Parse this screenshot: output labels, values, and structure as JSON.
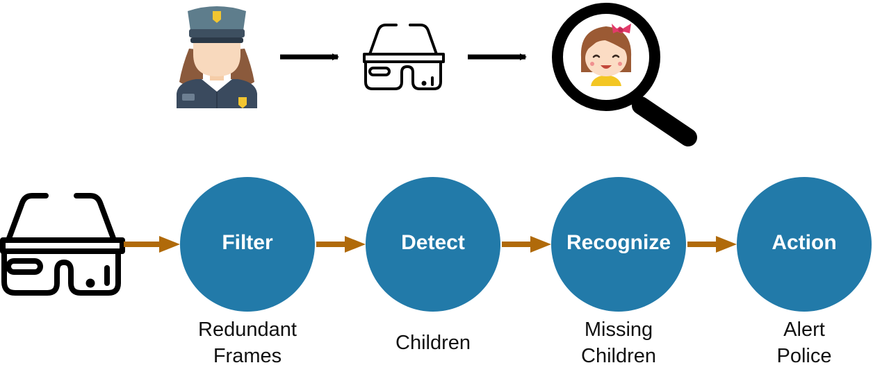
{
  "colors": {
    "circle_fill": "#227aa9",
    "pipeline_arrow": "#b06a0a",
    "top_arrow": "#000000",
    "icon_stroke": "#000000"
  },
  "top_row": {
    "icons": [
      "police-officer-icon",
      "smart-glasses-icon",
      "magnifier-child-face-icon"
    ]
  },
  "pipeline": {
    "source_icon": "smart-glasses-icon",
    "steps": [
      {
        "label": "Filter",
        "caption_line1": "Redundant",
        "caption_line2": "Frames"
      },
      {
        "label": "Detect",
        "caption_line1": "Children",
        "caption_line2": ""
      },
      {
        "label": "Recognize",
        "caption_line1": "Missing",
        "caption_line2": "Children"
      },
      {
        "label": "Action",
        "caption_line1": "Alert",
        "caption_line2": "Police"
      }
    ]
  }
}
